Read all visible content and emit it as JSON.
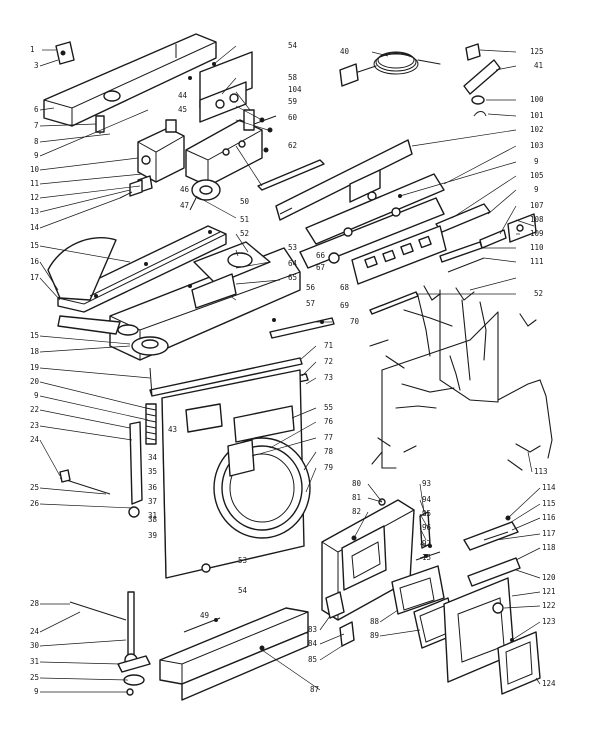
{
  "callouts": [
    {
      "id": "c1",
      "text": "1"
    },
    {
      "id": "c3",
      "text": "3"
    },
    {
      "id": "c6",
      "text": "6"
    },
    {
      "id": "c7",
      "text": "7"
    },
    {
      "id": "c8",
      "text": "8"
    },
    {
      "id": "c9a",
      "text": "9"
    },
    {
      "id": "c10",
      "text": "10"
    },
    {
      "id": "c11",
      "text": "11"
    },
    {
      "id": "c12",
      "text": "12"
    },
    {
      "id": "c13",
      "text": "13"
    },
    {
      "id": "c14",
      "text": "14"
    },
    {
      "id": "c15a",
      "text": "15"
    },
    {
      "id": "c16",
      "text": "16"
    },
    {
      "id": "c17",
      "text": "17"
    },
    {
      "id": "c15b",
      "text": "15"
    },
    {
      "id": "c18",
      "text": "18"
    },
    {
      "id": "c19",
      "text": "19"
    },
    {
      "id": "c20",
      "text": "20"
    },
    {
      "id": "c9b",
      "text": "9"
    },
    {
      "id": "c22",
      "text": "22"
    },
    {
      "id": "c23",
      "text": "23"
    },
    {
      "id": "c24a",
      "text": "24"
    },
    {
      "id": "c25a",
      "text": "25"
    },
    {
      "id": "c26a",
      "text": "26"
    },
    {
      "id": "c28",
      "text": "28"
    },
    {
      "id": "c24b",
      "text": "24"
    },
    {
      "id": "c30",
      "text": "30"
    },
    {
      "id": "c31",
      "text": "31"
    },
    {
      "id": "c25b",
      "text": "25"
    },
    {
      "id": "c9c",
      "text": "9"
    },
    {
      "id": "c34",
      "text": "34"
    },
    {
      "id": "c35",
      "text": "35"
    },
    {
      "id": "c36",
      "text": "36"
    },
    {
      "id": "c37",
      "text": "37"
    },
    {
      "id": "c38",
      "text": "38"
    },
    {
      "id": "c39",
      "text": "39"
    },
    {
      "id": "c31b",
      "text": "31"
    },
    {
      "id": "c43",
      "text": "43"
    },
    {
      "id": "c44",
      "text": "44"
    },
    {
      "id": "c45",
      "text": "45"
    },
    {
      "id": "c46",
      "text": "46"
    },
    {
      "id": "c47",
      "text": "47"
    },
    {
      "id": "c49",
      "text": "49"
    },
    {
      "id": "c50",
      "text": "50"
    },
    {
      "id": "c51",
      "text": "51"
    },
    {
      "id": "c52",
      "text": "52"
    },
    {
      "id": "c53",
      "text": "53"
    },
    {
      "id": "c54",
      "text": "54"
    },
    {
      "id": "c53b",
      "text": "53"
    },
    {
      "id": "c54b",
      "text": "54"
    },
    {
      "id": "c55",
      "text": "55"
    },
    {
      "id": "c56",
      "text": "56"
    },
    {
      "id": "c57",
      "text": "57"
    },
    {
      "id": "c58",
      "text": "58"
    },
    {
      "id": "c59",
      "text": "59"
    },
    {
      "id": "c60",
      "text": "60"
    },
    {
      "id": "c62",
      "text": "62"
    },
    {
      "id": "c64",
      "text": "64"
    },
    {
      "id": "c65",
      "text": "65"
    },
    {
      "id": "c66",
      "text": "66"
    },
    {
      "id": "c67",
      "text": "67"
    },
    {
      "id": "c68",
      "text": "68"
    },
    {
      "id": "c69",
      "text": "69"
    },
    {
      "id": "c70",
      "text": "70"
    },
    {
      "id": "c71",
      "text": "71"
    },
    {
      "id": "c72",
      "text": "72"
    },
    {
      "id": "c73",
      "text": "73"
    },
    {
      "id": "c76",
      "text": "76"
    },
    {
      "id": "c77",
      "text": "77"
    },
    {
      "id": "c78",
      "text": "78"
    },
    {
      "id": "c79",
      "text": "79"
    },
    {
      "id": "c80",
      "text": "80"
    },
    {
      "id": "c81",
      "text": "81"
    },
    {
      "id": "c82",
      "text": "82"
    },
    {
      "id": "c83",
      "text": "83"
    },
    {
      "id": "c84",
      "text": "84"
    },
    {
      "id": "c85",
      "text": "85"
    },
    {
      "id": "c87",
      "text": "87"
    },
    {
      "id": "c88",
      "text": "88"
    },
    {
      "id": "c89",
      "text": "89"
    },
    {
      "id": "c93",
      "text": "93"
    },
    {
      "id": "c94",
      "text": "94"
    },
    {
      "id": "c95",
      "text": "95"
    },
    {
      "id": "c96",
      "text": "96"
    },
    {
      "id": "c97",
      "text": "97"
    },
    {
      "id": "c15c",
      "text": "15"
    },
    {
      "id": "c40",
      "text": "40"
    },
    {
      "id": "c125",
      "text": "125"
    },
    {
      "id": "c41",
      "text": "41"
    },
    {
      "id": "c100",
      "text": "100"
    },
    {
      "id": "c101",
      "text": "101"
    },
    {
      "id": "c102",
      "text": "102"
    },
    {
      "id": "c103",
      "text": "103"
    },
    {
      "id": "c9d",
      "text": "9"
    },
    {
      "id": "c104",
      "text": "104"
    },
    {
      "id": "c105",
      "text": "105"
    },
    {
      "id": "c9e",
      "text": "9"
    },
    {
      "id": "c107",
      "text": "107"
    },
    {
      "id": "c108",
      "text": "108"
    },
    {
      "id": "c109",
      "text": "109"
    },
    {
      "id": "c110",
      "text": "110"
    },
    {
      "id": "c111",
      "text": "111"
    },
    {
      "id": "c52b",
      "text": "52"
    },
    {
      "id": "c113",
      "text": "113"
    },
    {
      "id": "c114",
      "text": "114"
    },
    {
      "id": "c115",
      "text": "115"
    },
    {
      "id": "c116",
      "text": "116"
    },
    {
      "id": "c117",
      "text": "117"
    },
    {
      "id": "c118",
      "text": "118"
    },
    {
      "id": "c120",
      "text": "120"
    },
    {
      "id": "c121",
      "text": "121"
    },
    {
      "id": "c122",
      "text": "122"
    },
    {
      "id": "c123",
      "text": "123"
    },
    {
      "id": "c124",
      "text": "124"
    }
  ]
}
